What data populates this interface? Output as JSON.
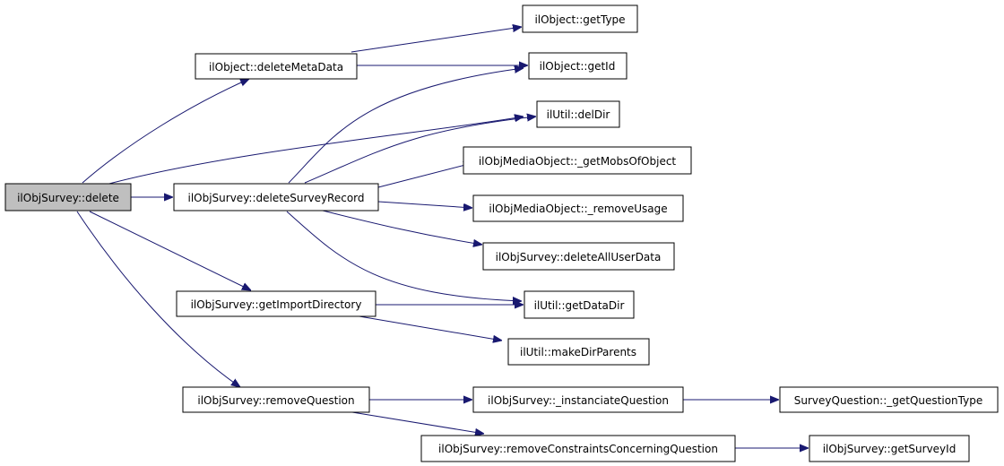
{
  "nodes": {
    "n_delete": "ilObjSurvey::delete",
    "n_deleteMetaData": "ilObject::deleteMetaData",
    "n_deleteSurveyRecord": "ilObjSurvey::deleteSurveyRecord",
    "n_getImportDirectory": "ilObjSurvey::getImportDirectory",
    "n_removeQuestion": "ilObjSurvey::removeQuestion",
    "n_getType": "ilObject::getType",
    "n_getId": "ilObject::getId",
    "n_delDir": "ilUtil::delDir",
    "n_getMobsOfObject": "ilObjMediaObject::_getMobsOfObject",
    "n_removeUsage": "ilObjMediaObject::_removeUsage",
    "n_deleteAllUserData": "ilObjSurvey::deleteAllUserData",
    "n_getDataDir": "ilUtil::getDataDir",
    "n_makeDirParents": "ilUtil::makeDirParents",
    "n_instanciateQuestion": "ilObjSurvey::_instanciateQuestion",
    "n_removeConstraints": "ilObjSurvey::removeConstraintsConcerningQuestion",
    "n_getQuestionType": "SurveyQuestion::_getQuestionType",
    "n_getSurveyId": "ilObjSurvey::getSurveyId"
  },
  "edges": [
    [
      "n_delete",
      "n_deleteMetaData"
    ],
    [
      "n_delete",
      "n_delDir"
    ],
    [
      "n_delete",
      "n_deleteSurveyRecord"
    ],
    [
      "n_delete",
      "n_getImportDirectory"
    ],
    [
      "n_delete",
      "n_removeQuestion"
    ],
    [
      "n_deleteMetaData",
      "n_getType"
    ],
    [
      "n_deleteMetaData",
      "n_getId"
    ],
    [
      "n_deleteSurveyRecord",
      "n_getId"
    ],
    [
      "n_deleteSurveyRecord",
      "n_delDir"
    ],
    [
      "n_deleteSurveyRecord",
      "n_getMobsOfObject"
    ],
    [
      "n_deleteSurveyRecord",
      "n_removeUsage"
    ],
    [
      "n_deleteSurveyRecord",
      "n_deleteAllUserData"
    ],
    [
      "n_deleteSurveyRecord",
      "n_getDataDir"
    ],
    [
      "n_getImportDirectory",
      "n_getDataDir"
    ],
    [
      "n_getImportDirectory",
      "n_makeDirParents"
    ],
    [
      "n_removeQuestion",
      "n_instanciateQuestion"
    ],
    [
      "n_removeQuestion",
      "n_removeConstraints"
    ],
    [
      "n_instanciateQuestion",
      "n_getQuestionType"
    ],
    [
      "n_removeConstraints",
      "n_getSurveyId"
    ]
  ]
}
